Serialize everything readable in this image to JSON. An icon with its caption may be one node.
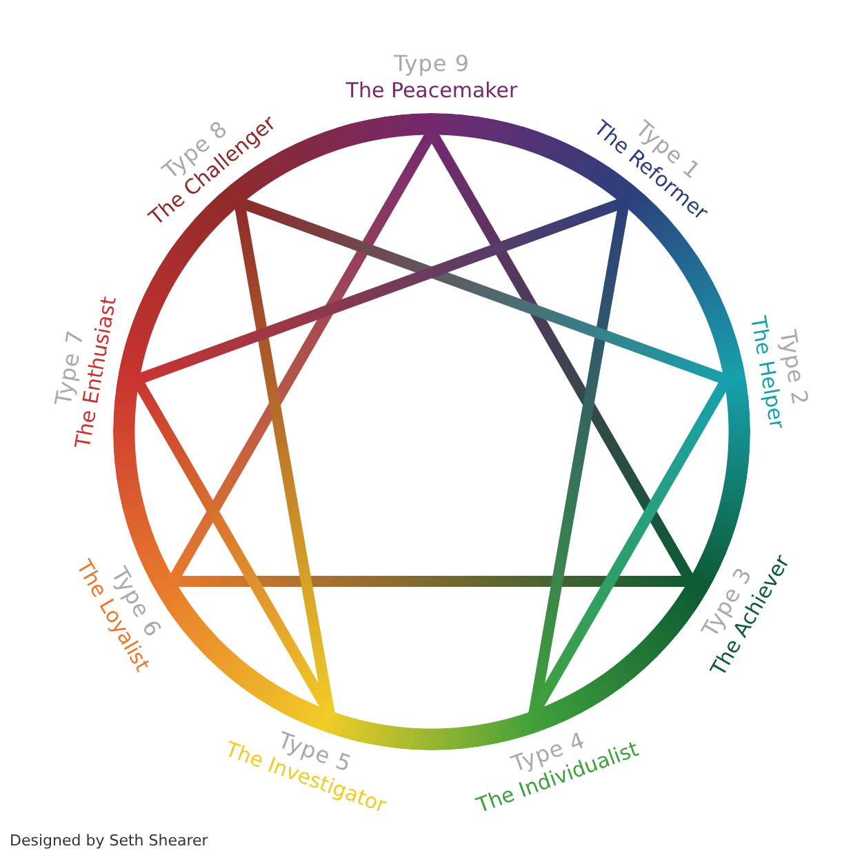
{
  "diagram": {
    "nodes": [
      {
        "text": [
          "Type 9",
          "The Peacemaker"
        ]
      },
      {
        "text": [
          "Type 1",
          "The Reformer"
        ]
      },
      {
        "text": [
          "Type 2",
          "The Helper"
        ]
      },
      {
        "text": [
          "Type 3",
          "The Achiever"
        ]
      },
      {
        "text": [
          "Type 4",
          "The Individualist"
        ]
      },
      {
        "text": [
          "Type 5",
          "The Investigator"
        ]
      },
      {
        "text": [
          "Type 6",
          "The Loyalist"
        ]
      },
      {
        "text": [
          "Type 7",
          "The Enthusiast"
        ]
      },
      {
        "text": [
          "Type 8",
          "The Challenger"
        ]
      }
    ],
    "edges": [
      {
        "from": 0,
        "to": 3,
        "arrow": "none"
      },
      {
        "from": 3,
        "to": 6,
        "arrow": "none"
      },
      {
        "from": 6,
        "to": 0,
        "arrow": "none"
      },
      {
        "from": 1,
        "to": 4,
        "arrow": "none"
      },
      {
        "from": 4,
        "to": 2,
        "arrow": "none"
      },
      {
        "from": 2,
        "to": 8,
        "arrow": "none"
      },
      {
        "from": 8,
        "to": 5,
        "arrow": "none"
      },
      {
        "from": 5,
        "to": 7,
        "arrow": "none"
      },
      {
        "from": 7,
        "to": 1,
        "arrow": "none"
      }
    ],
    "labels": [
      "Designed by Seth Shearer"
    ]
  }
}
